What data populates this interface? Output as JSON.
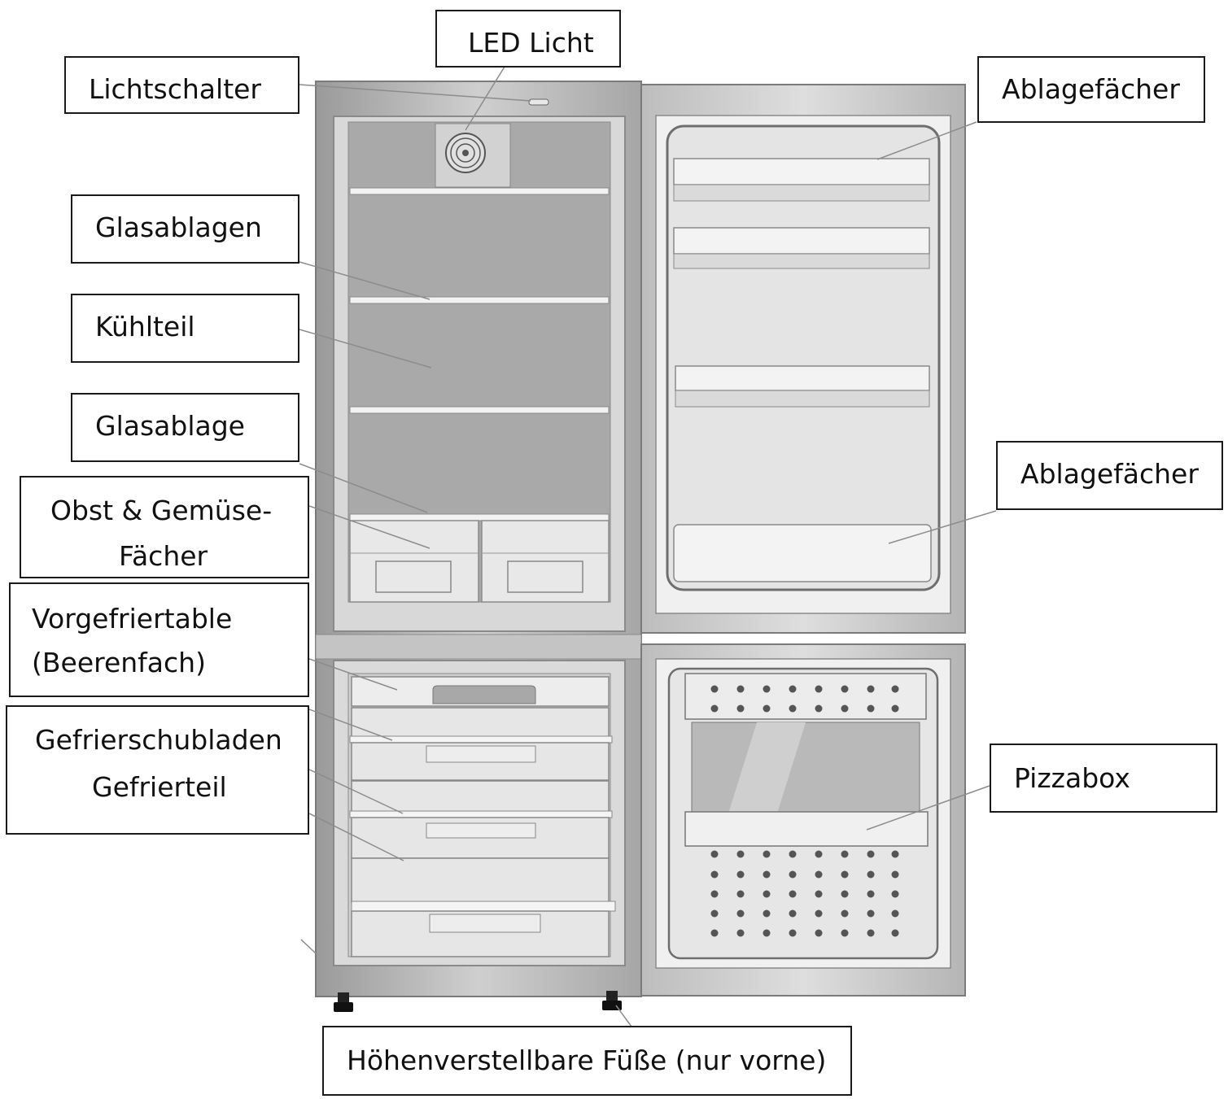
{
  "labels": {
    "led_licht": "LED Licht",
    "lichtschalter": "Lichtschalter",
    "ablagefaecher_top": "Ablagefächer",
    "glasablagen": "Glasablagen",
    "kuehlteil": "Kühlteil",
    "glasablage": "Glasablage",
    "ablagefaecher_right": "Ablagefächer",
    "obst_line1": "Obst & Gemüse-",
    "obst_line2": "Fächer",
    "vorgefrier_line1": "Vorgefriertable",
    "vorgefrier_line2": "(Beerenfach)",
    "gefrier_line1": "Gefrierschubladen",
    "gefrier_line2": "Gefrierteil",
    "pizzabox": "Pizzabox",
    "fuesse": "Höhenverstellbare Füße (nur vorne)"
  },
  "colors": {
    "cabinet": "#b9b9b9",
    "interior": "#a9a9a9",
    "door_panel": "#e6e6e6",
    "shelf": "#f2f2f2",
    "outline": "#7a7a7a",
    "leader_line": "#8c8c8c"
  }
}
